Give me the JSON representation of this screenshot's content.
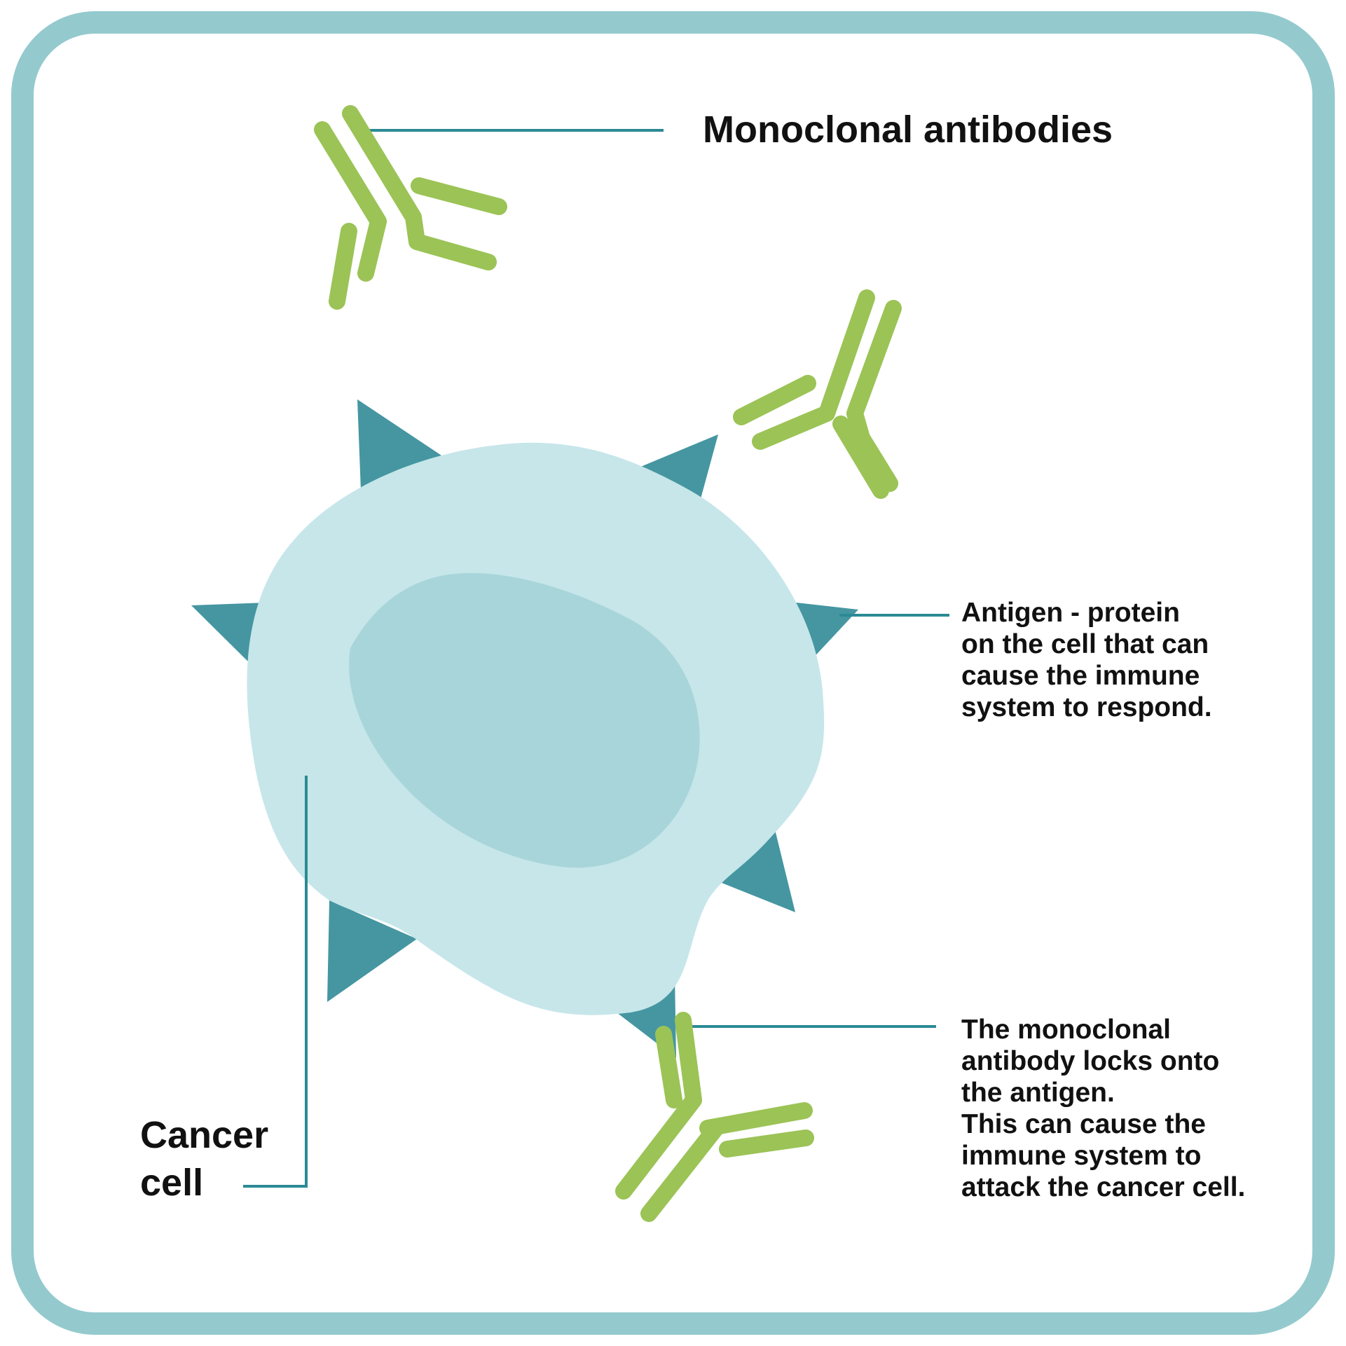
{
  "labels": {
    "monoclonal_antibodies": "Monoclonal antibodies",
    "cancer_cell": [
      "Cancer",
      "cell"
    ],
    "antigen": [
      "Antigen - protein",
      "on the cell that can",
      "cause the immune",
      "system to respond."
    ],
    "lock": [
      "The monoclonal",
      "antibody locks onto",
      "the antigen.",
      "This can cause the",
      "immune system to",
      "attack the cancer cell."
    ]
  },
  "colors": {
    "frame": "#94cace",
    "cell_membrane": "#c6e6ea",
    "nucleus": "#a8d5d9",
    "antigen": "#4596a1",
    "antibody": "#9bc356",
    "leader_line": "#2b8a95",
    "text": "#111111"
  }
}
